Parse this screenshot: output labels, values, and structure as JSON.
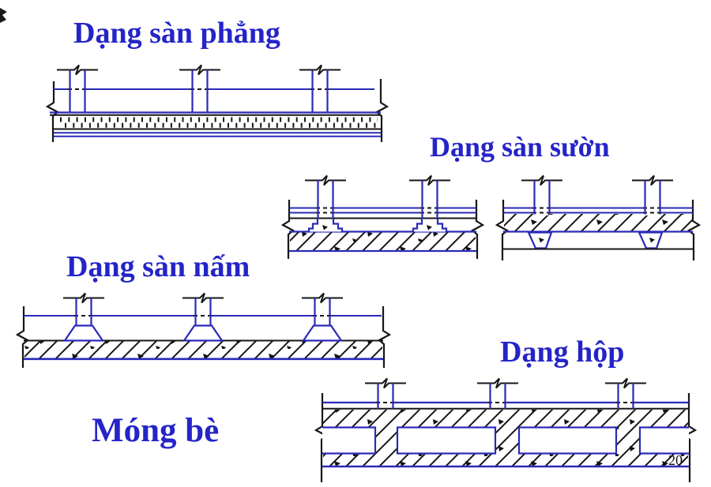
{
  "page": {
    "background": "#ffffff",
    "page_number": "20"
  },
  "colors": {
    "label_text": "#2424c8",
    "drawing_blue": "#2a2ab8",
    "drawing_black": "#161616"
  },
  "labels": {
    "flat_slab": "Dạng sàn phẳng",
    "ribbed_slab": "Dạng sàn sườn",
    "mushroom_slab": "Dạng sàn nấm",
    "box_slab": "Dạng hộp",
    "main_title": "Móng bè"
  },
  "figures": [
    {
      "name": "flat-slab",
      "label": "Dạng sàn phẳng",
      "columns": 3
    },
    {
      "name": "ribbed-slab-ribs-up",
      "label": "Dạng sàn sườn",
      "columns": 2
    },
    {
      "name": "ribbed-slab-ribs-down",
      "label": "Dạng sàn sườn",
      "columns": 2
    },
    {
      "name": "mushroom-slab",
      "label": "Dạng sàn nấm",
      "columns": 3
    },
    {
      "name": "box-slab",
      "label": "Dạng hộp",
      "columns": 3,
      "voids": 4
    }
  ]
}
